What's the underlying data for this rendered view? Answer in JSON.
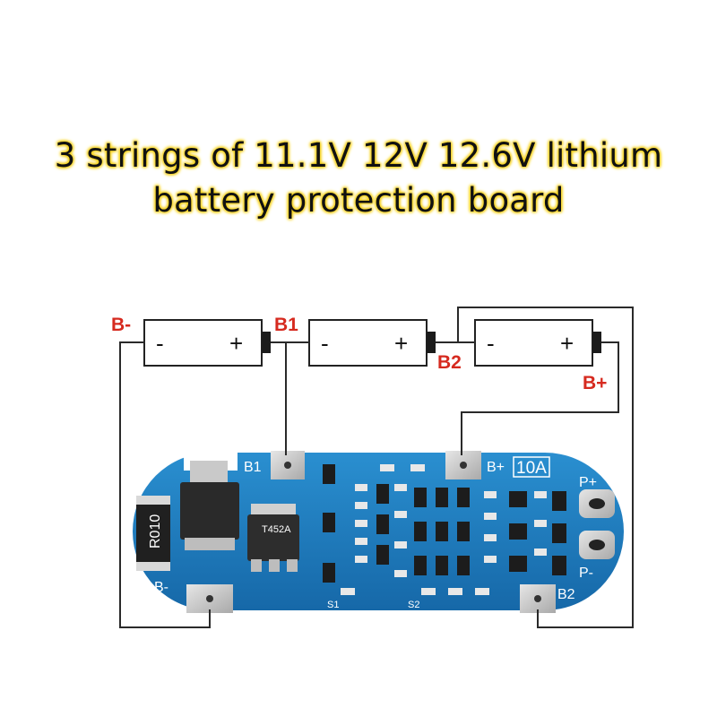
{
  "title": {
    "line1": "3 strings of 11.1V 12V 12.6V lithium",
    "line2": "battery protection board"
  },
  "labels": {
    "b_minus": "B-",
    "b1": "B1",
    "b2": "B2",
    "b_plus": "B+"
  },
  "cells": [
    {
      "minus": "-",
      "plus": "+"
    },
    {
      "minus": "-",
      "plus": "+"
    },
    {
      "minus": "-",
      "plus": "+"
    }
  ],
  "board": {
    "b1": "B1",
    "b_plus": "B+",
    "current": "10A",
    "p_plus": "P+",
    "p_minus": "P-",
    "b_minus": "B-",
    "b2": "B2",
    "s1": "S1",
    "s2": "S2",
    "resistor": "R010",
    "mosfet": "T452A"
  },
  "colors": {
    "label_red": "#d62a1f",
    "board_blue": "#1f7fc2",
    "title_glow": "#f6d21a"
  }
}
